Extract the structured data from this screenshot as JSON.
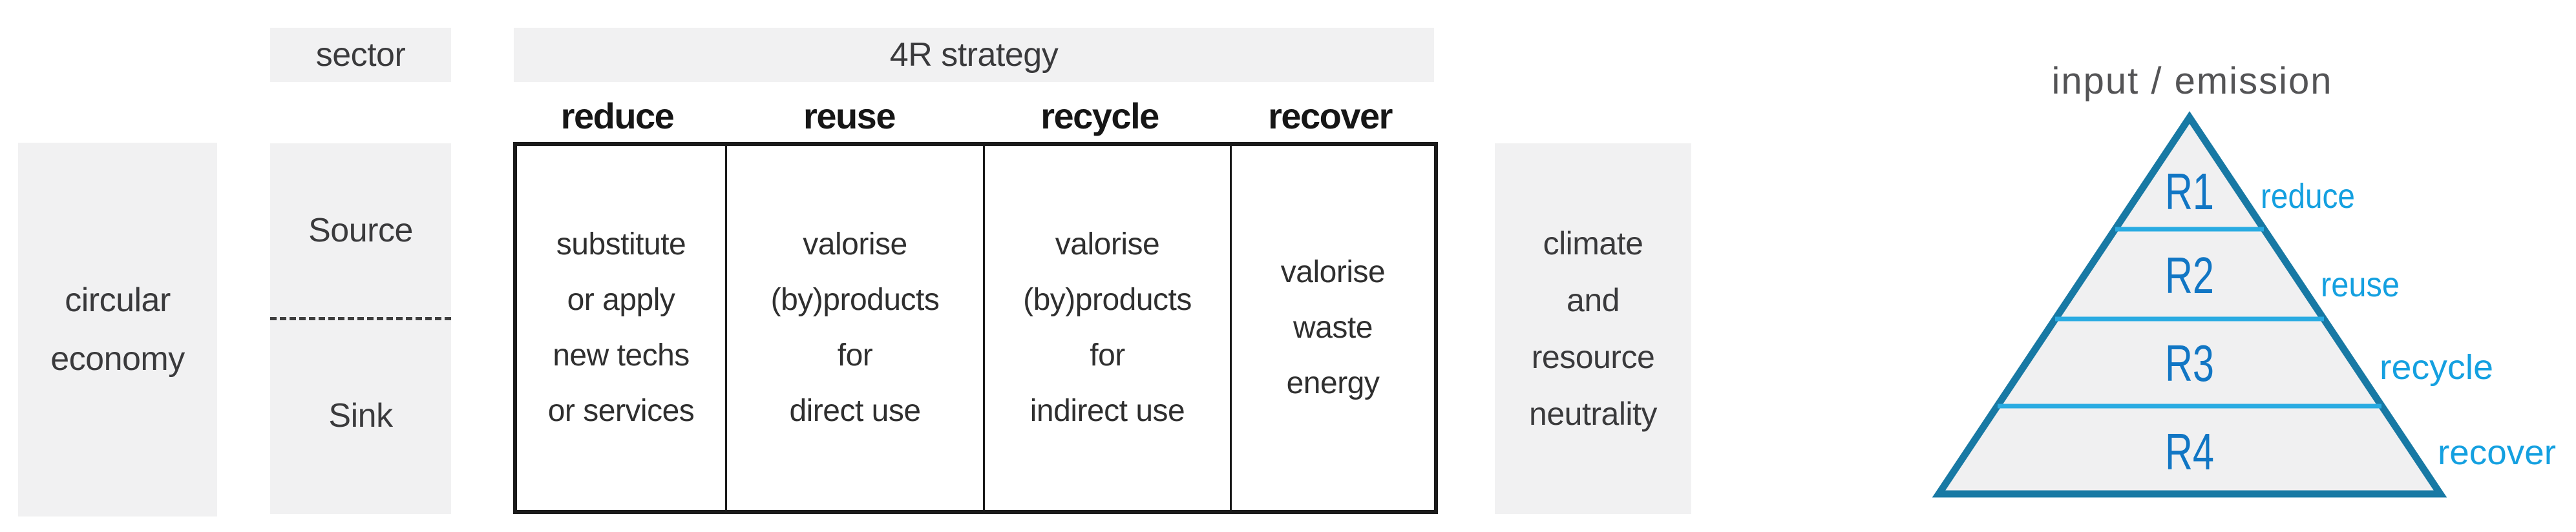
{
  "circular_economy": {
    "line1": "circular",
    "line2": "economy"
  },
  "sector": {
    "header": "sector",
    "source": "Source",
    "sink": "Sink"
  },
  "strategy": {
    "header": "4R strategy",
    "columns": [
      {
        "label": "reduce",
        "lines": [
          "substitute",
          "or apply",
          "new techs",
          "or services"
        ]
      },
      {
        "label": "reuse",
        "lines": [
          "valorise",
          "(by)products",
          "for",
          "direct use"
        ]
      },
      {
        "label": "recycle",
        "lines": [
          "valorise",
          "(by)products",
          "for",
          "indirect use"
        ]
      },
      {
        "label": "recover",
        "lines": [
          "valorise",
          "waste",
          "energy"
        ]
      }
    ]
  },
  "goal": {
    "line1": "climate",
    "line2": "and",
    "line3": "resource",
    "line4": "neutrality"
  },
  "pyramid": {
    "title": "input / emission",
    "levels": [
      {
        "code": "R1",
        "label": "reduce"
      },
      {
        "code": "R2",
        "label": "reuse"
      },
      {
        "code": "R3",
        "label": "recycle"
      },
      {
        "code": "R4",
        "label": "recover"
      }
    ],
    "colors": {
      "outline": "#1879A4",
      "divider": "#29ABE2",
      "code_text": "#1176C4",
      "label_text": "#14A0E0",
      "fill": "#F0F0F1",
      "title_text": "#545456"
    }
  },
  "colors": {
    "box_bg": "#F1F1F2",
    "body_text": "#3A3A3C",
    "table_border": "#1A1A1A"
  }
}
